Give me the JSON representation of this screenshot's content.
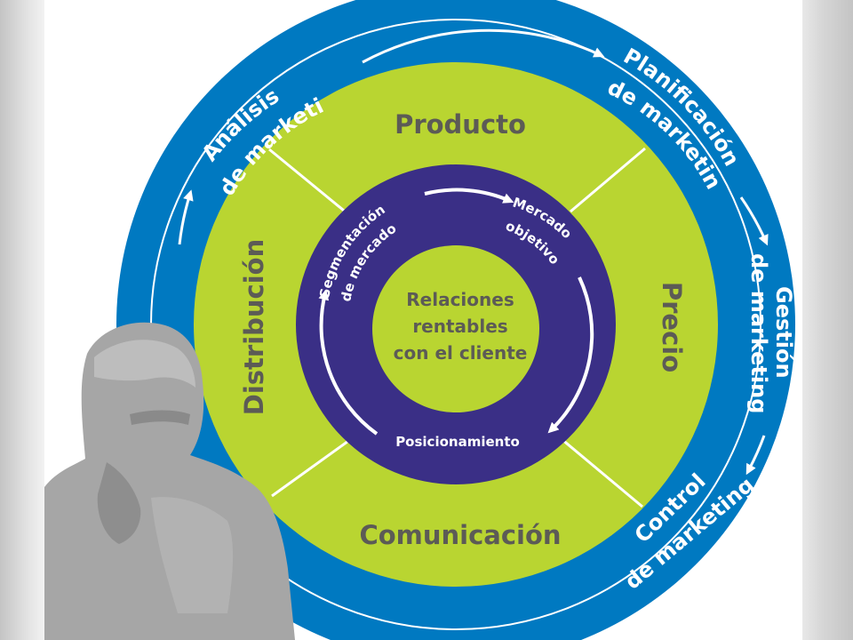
{
  "diagram": {
    "outer_ring": {
      "steps": [
        {
          "line1": "Análisis",
          "line2": "de marketing"
        },
        {
          "line1": "Planificación",
          "line2": "de marketing"
        },
        {
          "line1": "Gestión",
          "line2": "de marketing"
        },
        {
          "line1": "Control",
          "line2": "de marketing"
        }
      ]
    },
    "mix_quadrants": {
      "top": "Producto",
      "right": "Precio",
      "bottom": "Comunicación",
      "left": "Distribución"
    },
    "inner_ring": {
      "segmentacion_line1": "Segmentación",
      "segmentacion_line2": "de mercado",
      "mercado_line1": "Mercado",
      "mercado_line2": "objetivo",
      "posicionamiento": "Posicionamiento"
    },
    "center": {
      "line1": "Relaciones",
      "line2": "rentables",
      "line3": "con el cliente"
    },
    "colors": {
      "outer_blue": "#0079c1",
      "lime": "#b9d531",
      "navy": "#3a2f86",
      "text_gray": "#5c5b56",
      "photo_gray": "#a6a6a6"
    },
    "photo": "grayscale-man-portrait"
  }
}
